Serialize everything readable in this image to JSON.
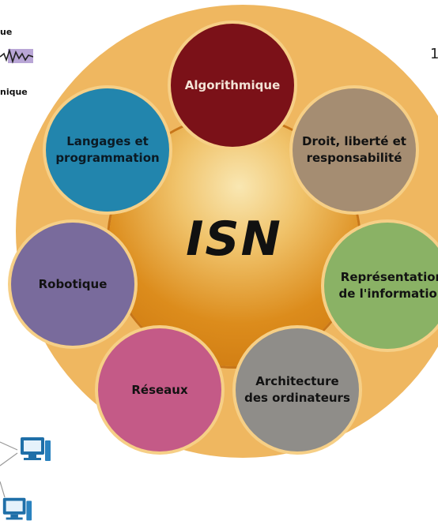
{
  "diagram": {
    "center_label": "ISN",
    "topics": [
      {
        "id": "algorithmique",
        "label": "Algorithmique",
        "color": "#7b1118"
      },
      {
        "id": "droit",
        "label": "Droit, liberté et\nresponsabilité",
        "color": "#a58d72"
      },
      {
        "id": "representation",
        "label": "Représentation\nde l'information",
        "color": "#8ab265"
      },
      {
        "id": "architecture",
        "label": "Architecture\ndes ordinateurs",
        "color": "#8f8d89"
      },
      {
        "id": "reseaux",
        "label": "Réseaux",
        "color": "#c45a87"
      },
      {
        "id": "robotique",
        "label": "Robotique",
        "color": "#796b9c"
      },
      {
        "id": "langages",
        "label": "Langages et\nprogrammation",
        "color": "#2285ad"
      }
    ],
    "outer_ring_color": "#efb760",
    "inner_disc_color": "#dc8c1c"
  },
  "background_fragments": {
    "left_text_top": "ue",
    "left_text_mid": "nique",
    "right_number": "1",
    "icons": [
      "waveform-icon",
      "computer-icon",
      "computer-icon"
    ]
  }
}
